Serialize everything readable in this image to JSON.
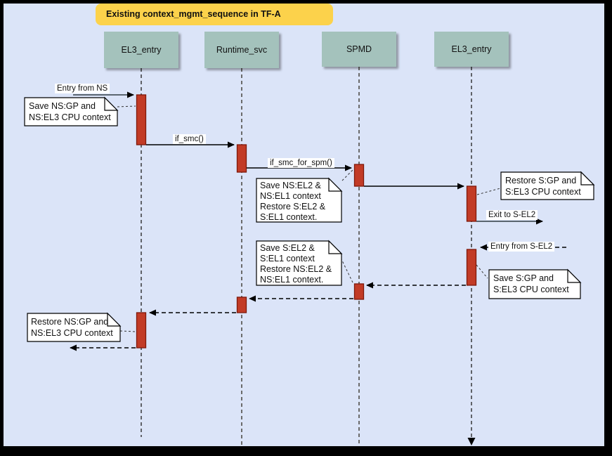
{
  "title": "Existing context_mgmt_sequence in TF-A",
  "actors": [
    {
      "label": "EL3_entry"
    },
    {
      "label": "Runtime_svc"
    },
    {
      "label": "SPMD"
    },
    {
      "label": "EL3_entry"
    }
  ],
  "messages": {
    "entry_from_ns": "Entry from NS",
    "if_smc": "if_smc()",
    "if_smc_for_spm": "if_smc_for_spm()",
    "exit_to_s_el2": "Exit to S-EL2",
    "entry_from_s_el2": "Entry from S-EL2"
  },
  "notes": [
    {
      "lines": [
        "Save NS:GP and",
        "NS:EL3 CPU context"
      ]
    },
    {
      "lines": [
        "Save NS:EL2 &",
        "NS:EL1 context",
        "Restore S:EL2 &",
        "S:EL1 context."
      ]
    },
    {
      "lines": [
        "Restore S:GP and",
        "S:EL3 CPU context"
      ]
    },
    {
      "lines": [
        "Save S:EL2 &",
        "S:EL1 context",
        "Restore NS:EL2 &",
        "NS:EL1 context."
      ]
    },
    {
      "lines": [
        "Save S:GP and",
        "S:EL3 CPU context"
      ]
    },
    {
      "lines": [
        "Restore NS:GP and",
        "NS:EL3 CPU context"
      ]
    }
  ],
  "colors": {
    "canvas_background": "#dbe4f8",
    "frame": "#000000",
    "title_fill": "#fcd24b",
    "actor_fill": "#a4c2bc",
    "activation_fill": "#c23b26",
    "activation_border": "#7f180a"
  }
}
